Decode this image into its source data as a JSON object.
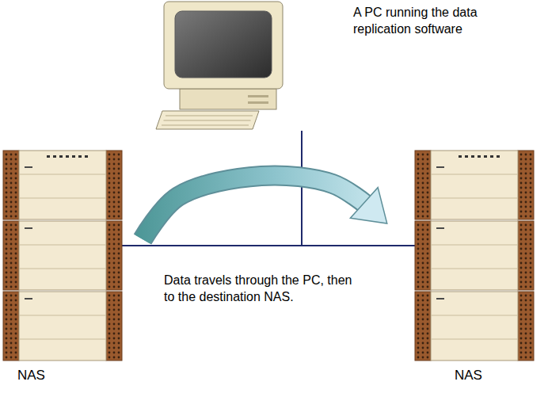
{
  "diagram": {
    "nodes": [
      {
        "text": [
          "A PC running the data replication software"
        ]
      },
      {
        "text": [
          "NAS"
        ]
      },
      {
        "text": [
          "NAS"
        ]
      }
    ],
    "edges": [
      {
        "from": 0,
        "to": 1,
        "arrow": "none"
      },
      {
        "from": 0,
        "to": 2,
        "arrow": "none"
      },
      {
        "from": 1,
        "to": 2,
        "arrow": "to"
      }
    ],
    "labels": [
      "Data travels through the PC, then to the destination NAS."
    ]
  }
}
